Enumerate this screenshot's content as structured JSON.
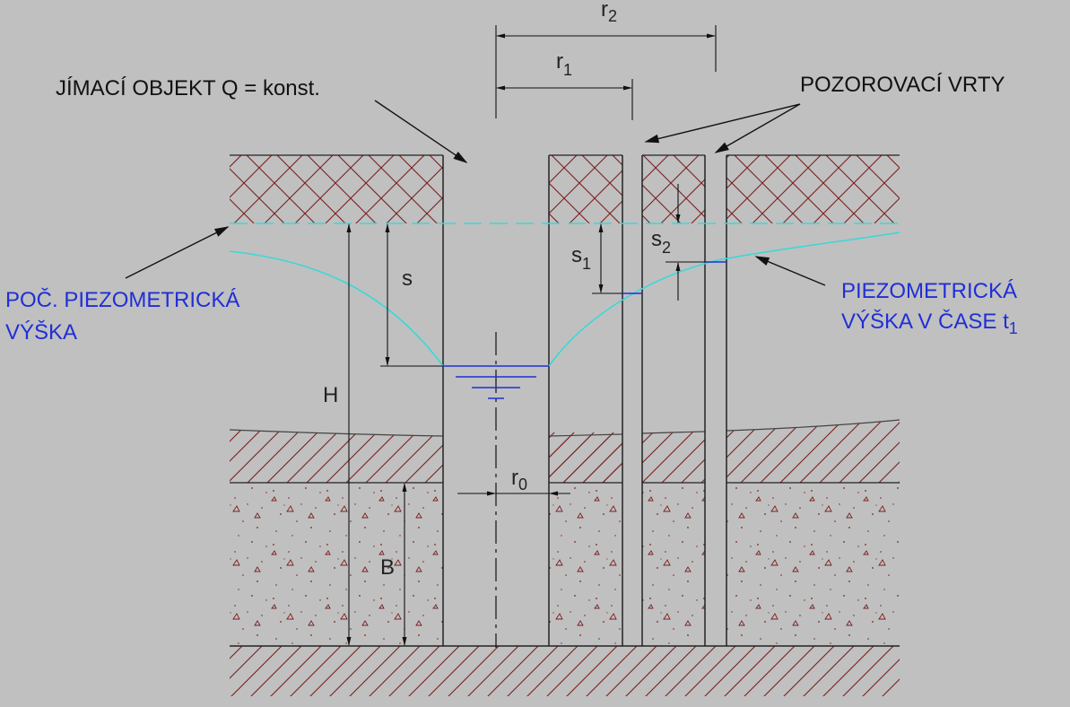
{
  "labels": {
    "intake": "JÍMACÍ OBJEKT Q = konst.",
    "observation_wells": "POZOROVACÍ VRTY",
    "initial_head_line1": "POČ. PIEZOMETRICKÁ",
    "initial_head_line2": "VÝŠKA",
    "head_time_line1": "PIEZOMETRICKÁ",
    "head_time_line2": "VÝŠKA V ČASE t",
    "head_time_sub": "1"
  },
  "symbols": {
    "r2": "r",
    "r2_sub": "2",
    "r1": "r",
    "r1_sub": "1",
    "r0": "r",
    "r0_sub": "0",
    "s": "s",
    "s1": "s",
    "s1_sub": "1",
    "s2": "s",
    "s2_sub": "2",
    "H": "H",
    "B": "B"
  },
  "colors": {
    "background": "#c0c0c0",
    "hatch": "#7a1e1e",
    "water_level": "#3ad8d8",
    "water_surface": "#1f2fd6",
    "label_blue": "#1f2fd6",
    "line": "#111111"
  }
}
